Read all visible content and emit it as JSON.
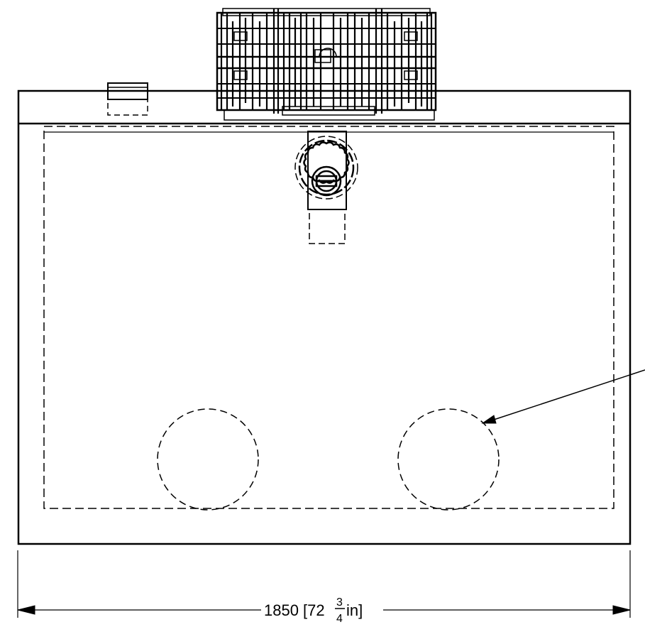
{
  "drawing": {
    "view": "top view",
    "line_color": "#000000",
    "background_color": "#ffffff"
  },
  "dimension": {
    "value": "1850 [72",
    "fraction_numerator": "3",
    "fraction_denominator": "4",
    "unit_suffix": "in]"
  }
}
